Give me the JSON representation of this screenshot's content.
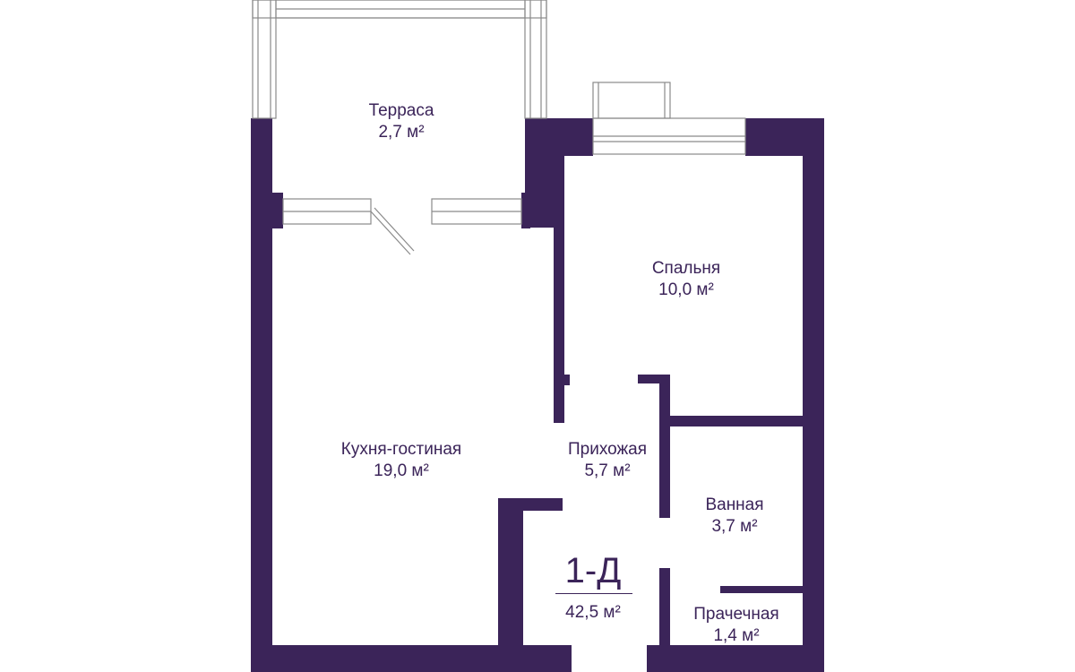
{
  "colors": {
    "wall": "#3b2459",
    "text": "#3b2459",
    "frame": "#8a8a8a"
  },
  "rooms": [
    {
      "id": "terrace",
      "name": "Терраса",
      "area": "2,7 м²"
    },
    {
      "id": "bedroom",
      "name": "Спальня",
      "area": "10,0 м²"
    },
    {
      "id": "kitchen",
      "name": "Кухня-гостиная",
      "area": "19,0 м²"
    },
    {
      "id": "hallway",
      "name": "Прихожая",
      "area": "5,7 м²"
    },
    {
      "id": "bathroom",
      "name": "Ванная",
      "area": "3,7 м²"
    },
    {
      "id": "laundry",
      "name": "Прачечная",
      "area": "1,4 м²"
    }
  ],
  "apartment": {
    "code": "1-Д",
    "total_area": "42,5 м²"
  }
}
